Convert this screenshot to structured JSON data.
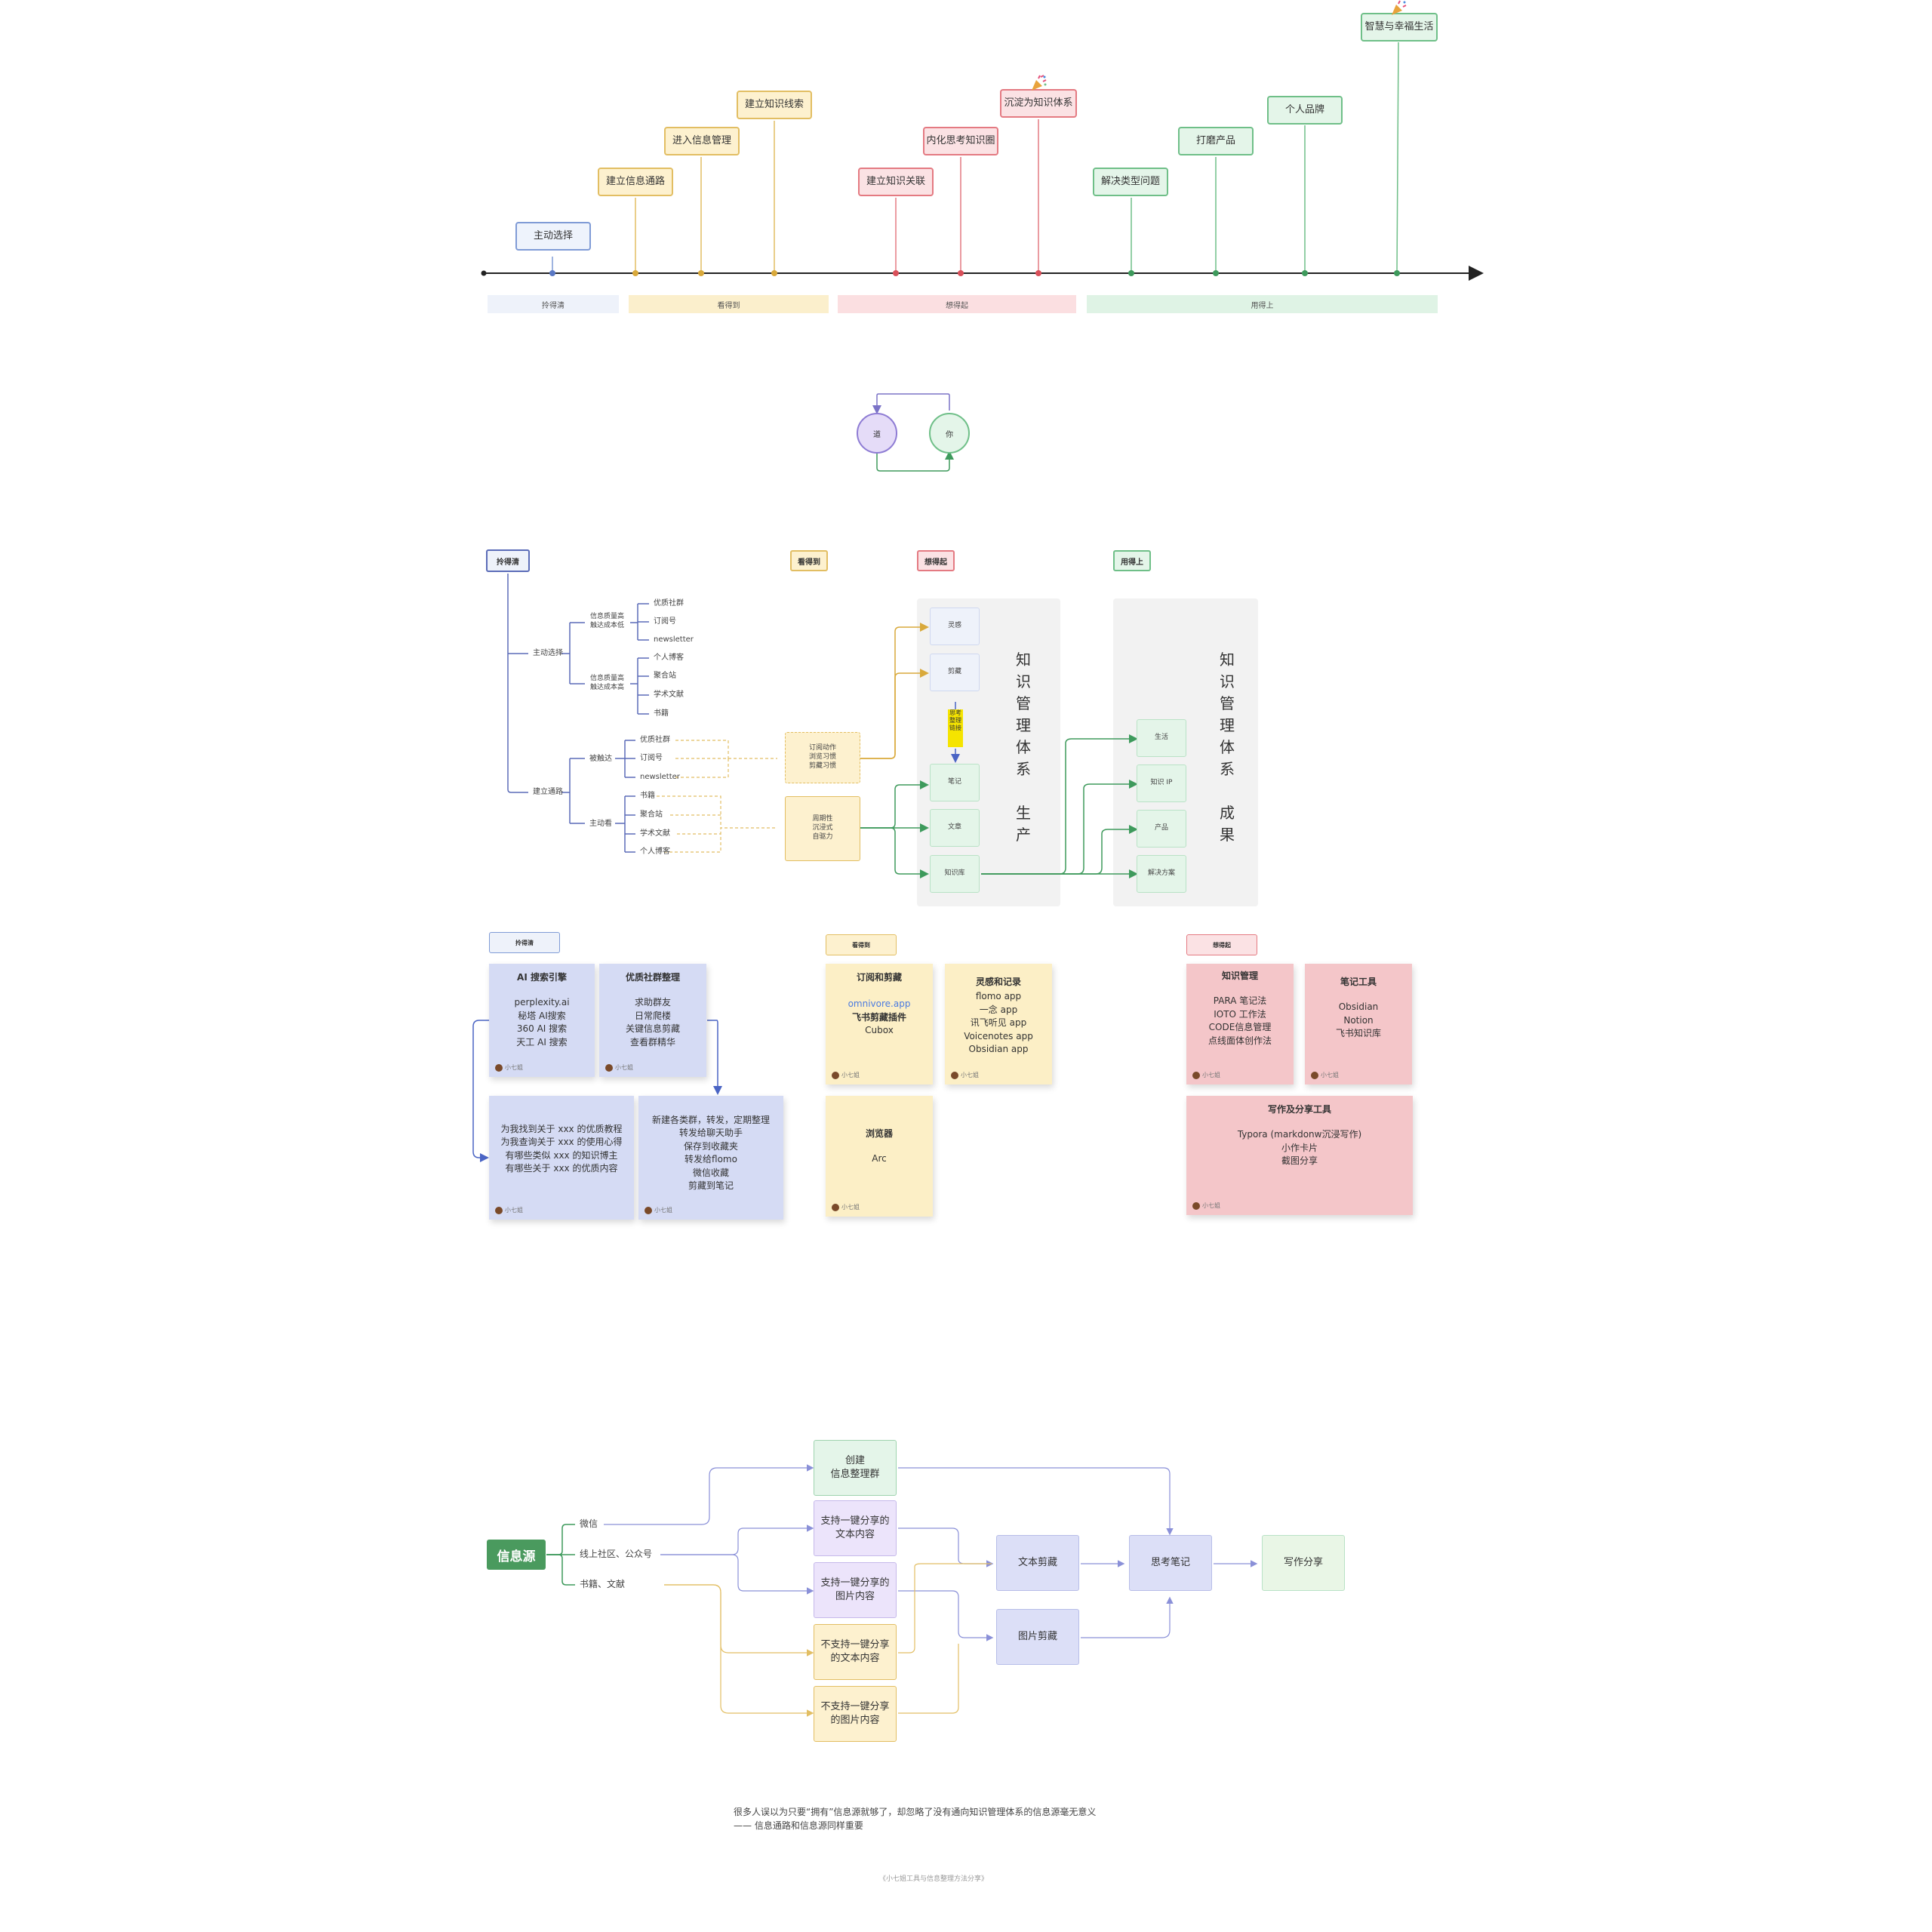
{
  "timeline": {
    "milestones": {
      "m1": "主动选择",
      "m2": "建立信息通路",
      "m3": "进入信息管理",
      "m4": "建立知识线索",
      "m5": "建立知识关联",
      "m6": "内化思考知识圈",
      "m7": "沉淀为知识体系",
      "m8": "解决类型问题",
      "m9": "打磨产品",
      "m10": "个人品牌",
      "m11": "智慧与幸福生活"
    },
    "stages": {
      "s1": "拎得清",
      "s2": "看得到",
      "s3": "想得起",
      "s4": "用得上"
    },
    "celebrate_icon": "party-popper-icon"
  },
  "cycle": {
    "left": "道",
    "right": "你"
  },
  "framework": {
    "headers": {
      "h1": "拎得清",
      "h2": "看得到",
      "h3": "想得起",
      "h4": "用得上"
    },
    "branch_active": "主动选择",
    "branch_build": "建立通路",
    "sub_high": "信息质量高\n触达成本低",
    "sub_low": "信息质量高\n触达成本高",
    "leaves_high": [
      "优质社群",
      "订阅号",
      "newsletter"
    ],
    "leaves_low": [
      "个人博客",
      "聚合站",
      "学术文献",
      "书籍"
    ],
    "passive": "被触达",
    "active_read": "主动看",
    "leaves_passive": [
      "优质社群",
      "订阅号",
      "newsletter"
    ],
    "leaves_active": [
      "书籍",
      "聚合站",
      "学术文献",
      "个人博客"
    ],
    "habit_box": "订阅动作\n浏览习惯\n剪藏习惯",
    "regular_box": "周期性\n沉浸式\n自驱力",
    "prod_items": {
      "p1": "灵感",
      "p2": "剪藏",
      "p3": "思考\n整理\n链接",
      "p4": "笔记",
      "p5": "文章",
      "p6": "知识库"
    },
    "prod_title": "知\n识\n管\n理\n体\n系\n\n生\n产",
    "result_items": {
      "r1": "生活",
      "r2": "知识 IP",
      "r3": "产品",
      "r4": "解决方案"
    },
    "result_title": "知\n识\n管\n理\n体\n系\n\n成\n果"
  },
  "tools": {
    "tags": {
      "t1": "拎得清",
      "t2": "看得到",
      "t3": "想得起"
    },
    "author": "小七姐",
    "notes": {
      "ai_title": "AI 搜索引擎",
      "ai_body": "perplexity.ai\n秘塔 AI搜索\n360 AI 搜索\n天工 AI 搜索",
      "community_title": "优质社群整理",
      "community_body": "求助群友\n日常爬楼\n关键信息剪藏\n查看群精华",
      "prompt_body": "为我找到关于 xxx 的优质教程\n为我查询关于 xxx 的使用心得\n有哪些类似 xxx 的知识博主\n有哪些关于 xxx 的优质内容",
      "group_body": "新建各类群，转发，定期整理\n转发给聊天助手\n保存到收藏夹\n转发给flomo\n微信收藏\n剪藏到笔记",
      "sub_title": "订阅和剪藏",
      "sub_link": "omnivore.app",
      "sub_bold": "飞书剪藏插件",
      "sub_extra": "Cubox",
      "insp_title": "灵感和记录",
      "insp_body": "flomo app\n一念 app\n讯飞听见 app\nVoicenotes app\nObsidian app",
      "browser_title": "浏览器",
      "browser_body": "Arc",
      "km_title": "知识管理",
      "km_body": "PARA 笔记法\nIOTO 工作法\nCODE信息管理\n点线面体创作法",
      "note_title": "笔记工具",
      "note_body": "Obsidian\nNotion\n飞书知识库",
      "write_title": "写作及分享工具",
      "write_body": "Typora (markdonw沉浸写作)\n小作卡片\n截图分享"
    }
  },
  "flow": {
    "source": "信息源",
    "channels": [
      "微信",
      "线上社区、公众号",
      "书籍、文献"
    ],
    "create_group": "创建\n信息整理群",
    "share_text": "支持一键分享的\n文本内容",
    "share_image": "支持一键分享的\n图片内容",
    "noshare_text": "不支持一键分享\n的文本内容",
    "noshare_image": "不支持一键分享\n的图片内容",
    "text_clip": "文本剪藏",
    "image_clip": "图片剪藏",
    "think_note": "思考笔记",
    "write_share": "写作分享",
    "colors": {
      "source": "#4a9a5e"
    }
  },
  "footer": {
    "line1": "很多人误以为只要“拥有”信息源就够了，却忽略了没有通向知识管理体系的信息源毫无意义",
    "line2": "—— 信息通路和信息源同样重要",
    "credit": "《小七姐工具与信息整理方法分享》"
  }
}
